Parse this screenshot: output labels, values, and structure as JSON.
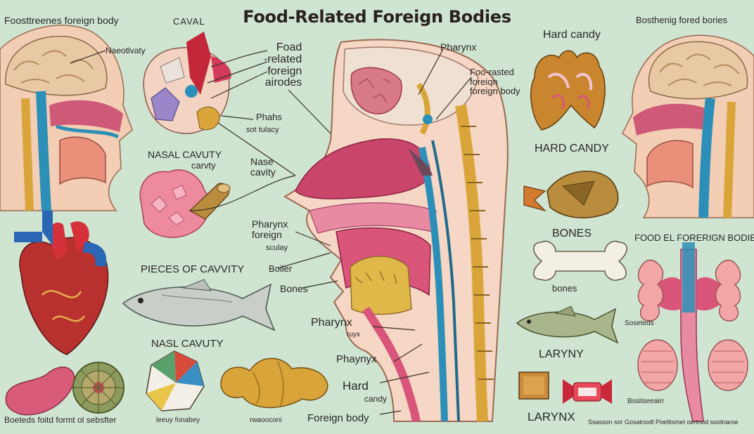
{
  "title": "Food-Related Foreign Bodies",
  "labels": {
    "top_left": "Foosttreenes foreign body",
    "caval": "CAVAL",
    "nasopharyngeal": "Naeotlvaty",
    "food_related_airodes": "Foad\n-related\nforeign\nairodes",
    "phahs": "Phahs",
    "not_tulacy": "sot tulacy",
    "nasal_cavity_1": "NASAL CAVUTY",
    "carvty": "carvty",
    "nase_cavity": "Nase\ncavity",
    "pieces_of_cavity": "PIECES OF CAVVITY",
    "pharynx_foreign": "Pharynx\nforeign",
    "sculay": "sculay",
    "boiler": "Boiler",
    "bones_center": "Bones",
    "nasl_cavuty": "NASL CAVUTY",
    "pharynx_top": "Pharynx",
    "foo_rasted": "Foo-rasted\nforeiqn\nforeign body",
    "pharynx_mid": "Pharynx",
    "pharynx_mid_sub": "ruyx",
    "phaynyx": "Phaynyx",
    "hard_center": "Hard",
    "candy_center": "candy",
    "foreign_body_bottom": "Foreign body",
    "bottom_left": "Boeteds foitd formt ol sebsfter",
    "bottom_small_left": "leeuy fonabey",
    "bottom_small_center": "rwaooconi",
    "hard_candy_top": "Hard candy",
    "hard_candy_caps": "HARD CANDY",
    "bones_caps": "BONES",
    "bones_lower": "bones",
    "laryny": "LARYNY",
    "larynx": "LARYNX",
    "top_right": "Bosthenig fored bories",
    "food_el_foreign": "FOOD EL FORERIGN BODIE",
    "soseteds": "Soseteds",
    "bssitseeairr": "Bssitseeairr",
    "bottom_right": "Ssasson sor Gosatnodt Poeltismet oertnod sootnaroe"
  },
  "colors": {
    "background": "#cfe5d2",
    "skin": "#f3cdb4",
    "brain": "#e9c9a3",
    "airway_blue": "#2c8fb7",
    "tissue_red": "#c9456a",
    "gold": "#d9a53a",
    "heart_red": "#b8312f",
    "vessel_blue": "#2b67b5"
  }
}
